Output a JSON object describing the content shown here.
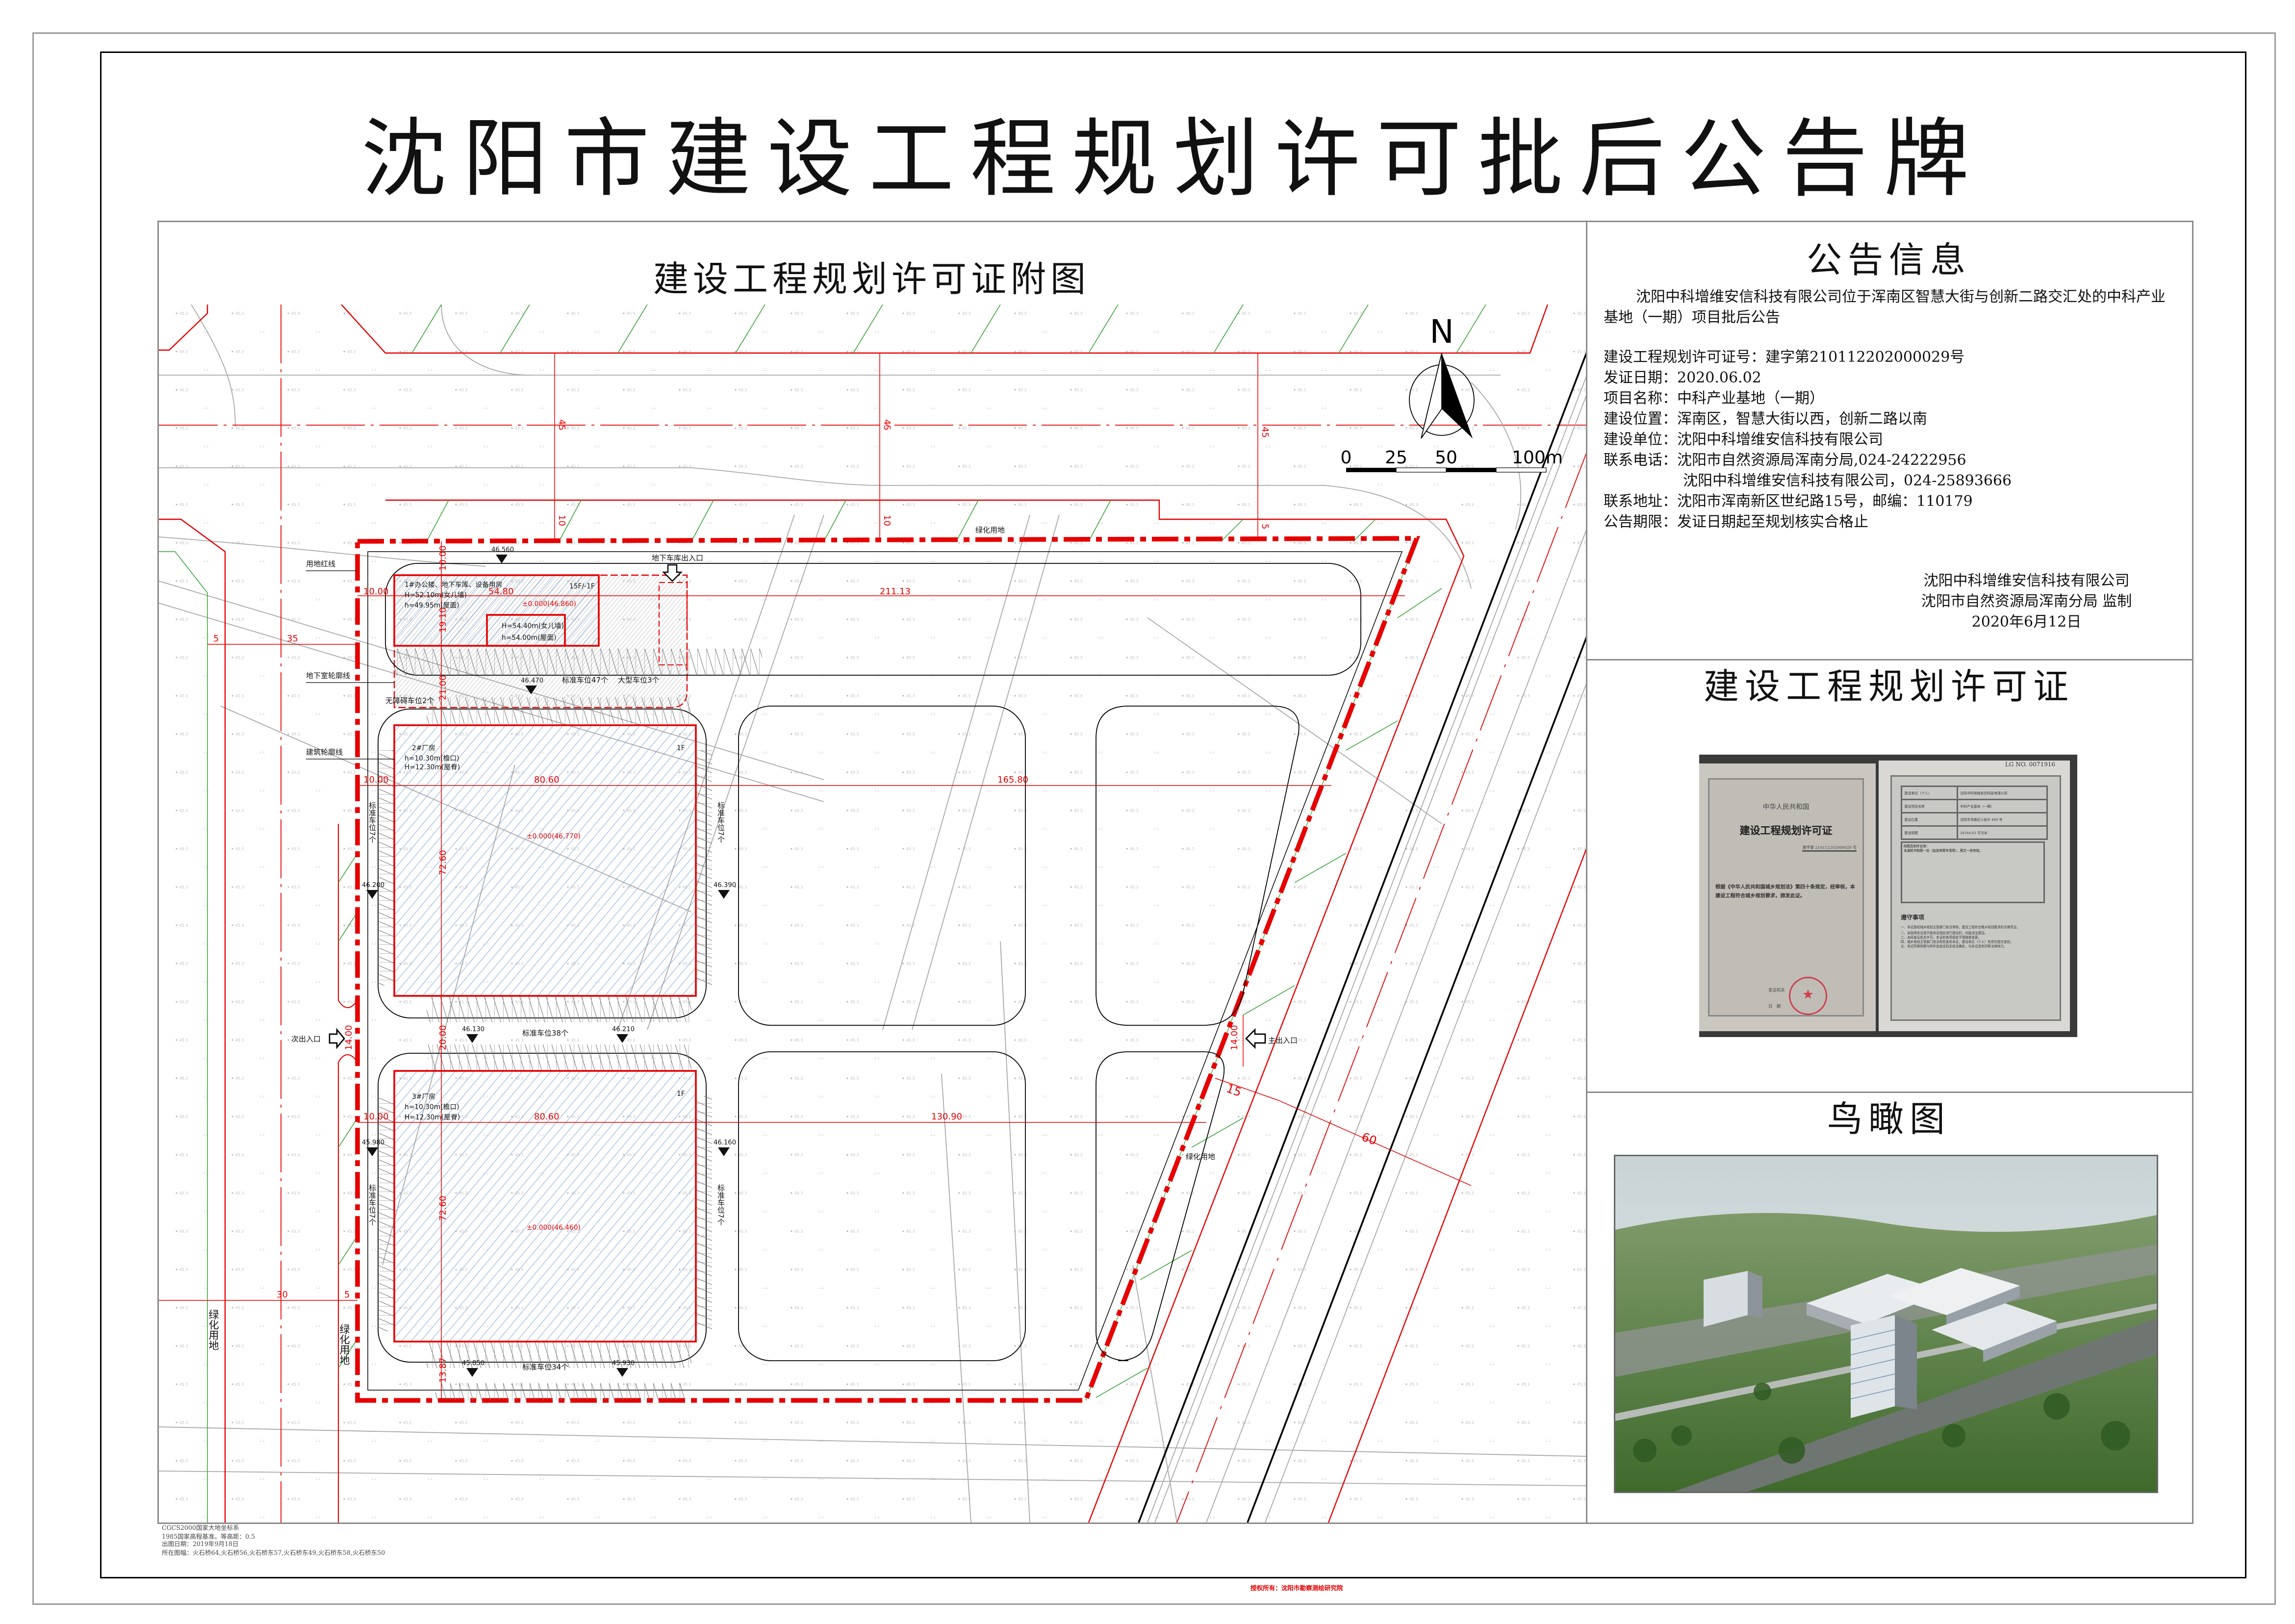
{
  "page": {
    "title": "沈阳市建设工程规划许可批后公告牌",
    "copyright": "授权所有：沈阳市勘察测绘研究院"
  },
  "drawing": {
    "title": "建设工程规划许可证附图",
    "north": "N",
    "scale": [
      "0",
      "25",
      "50",
      "100m"
    ],
    "notes": [
      "CGCS2000国家大地坐标系",
      "1985国家高程基准。等高距：0.5",
      "出图日期：2019年9月18日",
      "所在图幅：火石桥64,火石桥56,火石桥东57,火石桥东49,火石桥东58,火石桥东50"
    ],
    "legend": {
      "site_red_line": "用地红线",
      "basement_outline": "地下室轮廓线",
      "building_outline": "建筑轮廓线"
    },
    "labels": {
      "green_land": "绿化用地",
      "garage_entrance": "地下车库出入口",
      "main_entrance": "主出入口",
      "secondary_entrance": "次出入口",
      "parking_standard_47": "标准车位47个",
      "parking_large_3": "大型车位3个",
      "parking_accessible_2": "无障碍车位2个",
      "parking_side_7": "标准车位7个",
      "parking_38": "标准车位38个",
      "parking_34": "标准车位34个"
    },
    "dimensions": {
      "road_north_a": "45",
      "setback_north_a": "10",
      "road_north_b": "45",
      "setback_north_b": "10",
      "road_north_c": "45",
      "setback_north_c": "5",
      "west_green": "5",
      "west_road": "35",
      "west_green_b": "5",
      "west_road_b": "30",
      "east_green": "15",
      "east_road": "60",
      "main_entrance_width": "14.00",
      "secondary_entrance_width": "14.00",
      "total_width_1": "211.13",
      "total_width_2": "165.80",
      "total_width_3": "130.90",
      "b1_offset_x": "10.00",
      "b1_width": "54.80",
      "b1_offset_y": "10.00",
      "b1_depth": "19.10",
      "gap_1_2": "21.00",
      "b2_offset_x": "10.00",
      "b2_width": "80.60",
      "b2_depth": "72.60",
      "gap_2_3": "20.00",
      "b3_offset_x": "10.00",
      "b3_width": "80.60",
      "b3_depth": "72.60",
      "b3_offset_s": "13.87"
    },
    "elevations": {
      "e_46560": "46.560",
      "e_46470": "46.470",
      "e_46200": "46.200",
      "e_46390": "46.390",
      "e_46130": "46.130",
      "e_46210": "46.210",
      "e_45980": "45.980",
      "e_46160": "46.160",
      "e_45850": "45.850",
      "e_45930": "45.930"
    },
    "buildings": [
      {
        "name": "1#办公楼、地下车库、设备用房",
        "floors": "15F/-1F",
        "h1": "H=52.10m(女儿墙)",
        "h2": "h=49.95m(屋面)",
        "h3": "H=54.40m(女儿墙)",
        "h4": "h=54.00m(屋面)",
        "datum": "±0.000(46.860)"
      },
      {
        "name": "2#厂房",
        "floors": "1F",
        "h1": "h=10.30m(檐口)",
        "h2": "H=12.30m(屋脊)",
        "datum": "±0.000(46.770)"
      },
      {
        "name": "3#厂房",
        "floors": "1F",
        "h1": "h=10.30m(檐口)",
        "h2": "H=12.30m(屋脊)",
        "datum": "±0.000(46.460)"
      }
    ]
  },
  "notice": {
    "title": "公告信息",
    "intro": "沈阳中科增维安信科技有限公司位于浑南区智慧大街与创新二路交汇处的中科产业基地（一期）项目批后公告",
    "fields": [
      {
        "label": "建设工程规划许可证号：",
        "value": "建字第210112202000029号"
      },
      {
        "label": "发证日期：",
        "value": "2020.06.02"
      },
      {
        "label": "项目名称：",
        "value": "中科产业基地（一期）"
      },
      {
        "label": "建设位置：",
        "value": "浑南区，智慧大街以西，创新二路以南"
      },
      {
        "label": "建设单位：",
        "value": "沈阳中科增维安信科技有限公司"
      },
      {
        "label": "联系电话：",
        "value": "沈阳市自然资源局浑南分局,024-24222956"
      }
    ],
    "phone_2": "沈阳中科增维安信科技有限公司，024-25893666",
    "fields_2": [
      {
        "label": "联系地址：",
        "value": "沈阳市浑南新区世纪路15号，邮编：110179"
      },
      {
        "label": "公告期限：",
        "value": "发证日期起至规划核实合格止"
      }
    ],
    "signature": [
      "沈阳中科增维安信科技有限公司",
      "沈阳市自然资源局浑南分局 监制",
      "2020年6月12日"
    ]
  },
  "permit": {
    "title": "建设工程规划许可证",
    "country": "中华人民共和国",
    "cert_title": "建设工程规划许可证",
    "cert_no": "建字第 210112202000029 号",
    "body": "根据《中华人民共和国城乡规划法》第四十条规定，经审核，本建设工程符合城乡规划要求，颁发此证。",
    "issuer": "发证机关",
    "date_label": "日　期",
    "lg_no": "LG NO. 0071916",
    "table": [
      {
        "label": "建设单位（个人）",
        "value": "沈阳中科增维安信科技有限公司"
      },
      {
        "label": "建设项目名称",
        "value": "中科产业基地（一期）"
      },
      {
        "label": "建设位置",
        "value": "沈阳市浑南区小张尔 400 号"
      },
      {
        "label": "建设规模",
        "value": "20184.62 平方米"
      }
    ],
    "attach_label": "附图及附件名称：",
    "attach_text": "本通知书附图一份（加盖审图专用章），图文一体有效。",
    "obey_title": "遵守事项",
    "obey": [
      "一、本证是经城乡规划主管部门依法审核，建设工程符合城乡规划要求的法律凭证。",
      "二、未取得本证或不按本证规定进行建设的，均属违法建设。",
      "三、未经发证机关许可，本证的各项规定不得随意变更。",
      "四、城乡规划主管部门依法有权查验本证，建设单位（个人）有责任提交查验。",
      "五、本证所需附图与附件由发证机关依法确定，与本证具有同等法律效力。"
    ]
  },
  "aerial": {
    "title": "鸟瞰图"
  },
  "colors": {
    "red_line": "#e60000",
    "green_line": "#2ea02e",
    "building_hatch": "#6fa3d8",
    "frame": "#000000"
  }
}
